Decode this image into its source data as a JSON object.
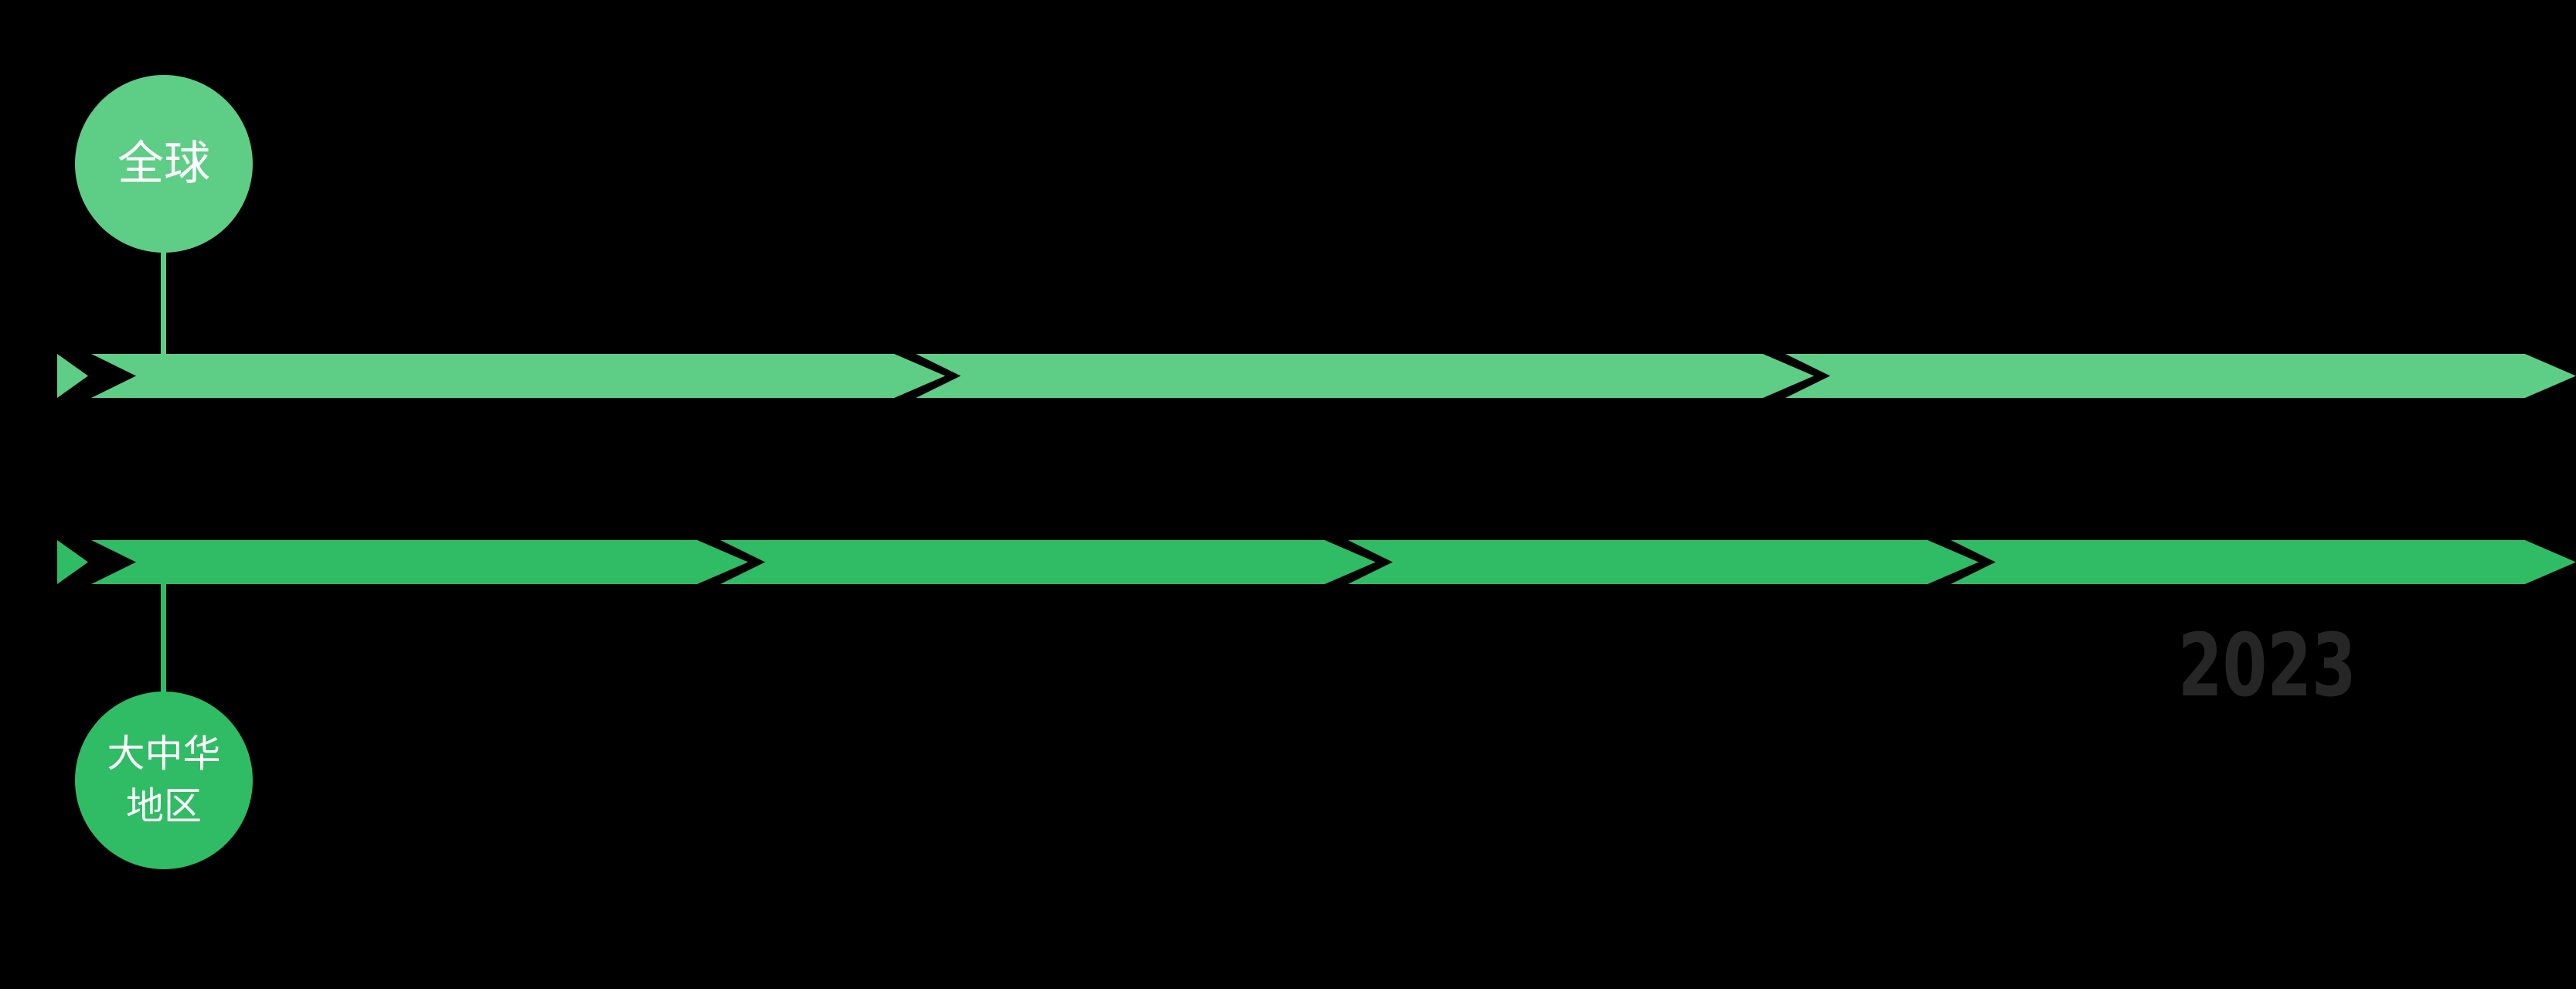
{
  "colors": {
    "background": "#000000",
    "green_light": "#5ECD85",
    "green_dark": "#2FBC64",
    "label_text": "#FFFFFF",
    "year_text": "#262626"
  },
  "year_label": "2023",
  "timelines": [
    {
      "id": "global",
      "label": "全球",
      "label_lines": [
        "全球"
      ],
      "segments": 3
    },
    {
      "id": "greater-china",
      "label": "大中华地区",
      "label_lines": [
        "大中华",
        "地区"
      ],
      "segments": 4
    }
  ]
}
